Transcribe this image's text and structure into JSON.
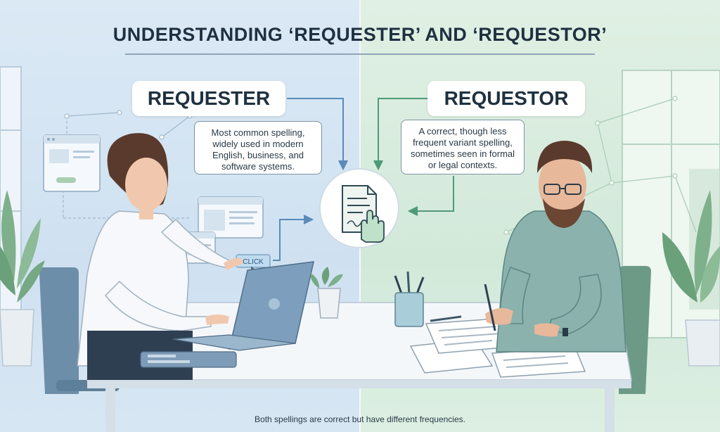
{
  "title": "UNDERSTANDING ‘REQUESTER’ AND ‘REQUESTOR’",
  "left": {
    "label": "REQUESTER",
    "description": "Most common spelling, widely used in modern English, business, and software systems.",
    "click_label": "CLICK"
  },
  "right": {
    "label": "REQUESTOR",
    "description": "A correct, though less frequent variant spelling, sometimes seen in formal or legal contexts."
  },
  "footer": "Both spellings are correct but have different frequencies.",
  "colors": {
    "left_bg": "#dbe9f5",
    "right_bg": "#d8ecdd",
    "title_text": "#1f3140",
    "accent_blue": "#4f83b8",
    "accent_green": "#4f9a78"
  },
  "icons": {
    "center": "document-hand-icon",
    "cursor": "mouse-pointer-icon"
  }
}
